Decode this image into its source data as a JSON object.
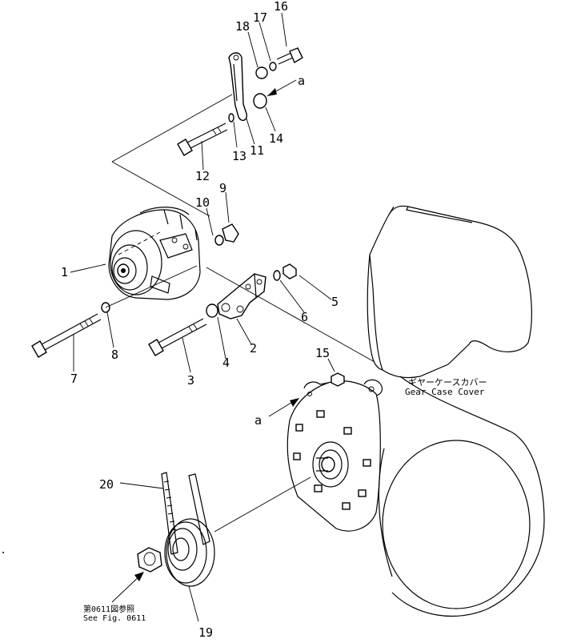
{
  "callouts": {
    "n1": "1",
    "n2": "2",
    "n3": "3",
    "n4": "4",
    "n5": "5",
    "n6": "6",
    "n7": "7",
    "n8": "8",
    "n9": "9",
    "n10": "10",
    "n11": "11",
    "n12": "12",
    "n13": "13",
    "n14": "14",
    "n15": "15",
    "n16": "16",
    "n17": "17",
    "n18": "18",
    "n19": "19",
    "n20": "20"
  },
  "ref_marks": {
    "a_top": "a",
    "a_left": "a"
  },
  "labels": {
    "gear_case_jp": "ギヤーケースカバー",
    "gear_case_en": "Gear Case Cover",
    "see_fig_jp": "第0611図参照",
    "see_fig_en": "See Fig. 0611"
  }
}
